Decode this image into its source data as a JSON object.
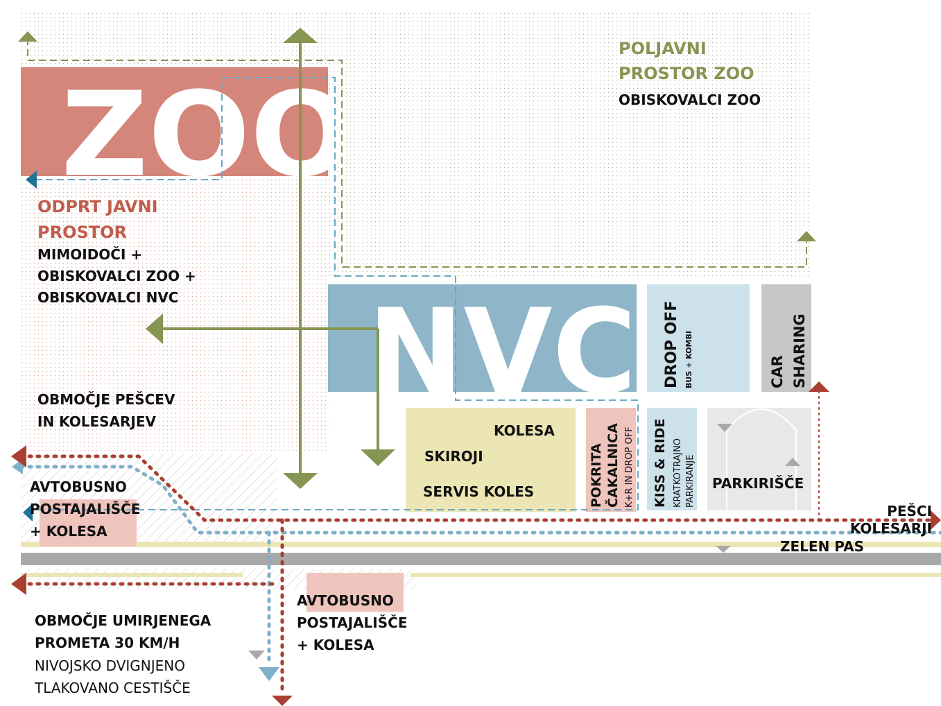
{
  "colors": {
    "zoo": "#d4867a",
    "nvc": "#8eb6c8",
    "olive": "#879552",
    "blue_dash": "#6aa7c4",
    "red_dot": "#a83f30",
    "drop_off": "#cde1ea",
    "car_sharing": "#c7c7c7",
    "bikes": "#ece6b5",
    "pink": "#eec4bd",
    "parking": "#e8e8e8",
    "kiss_ride": "#cde1ea"
  },
  "zoo_block": {
    "label": "ZOO"
  },
  "nvc_block": {
    "label": "NVC"
  },
  "field_space": {
    "title_line1": "POLJAVNI",
    "title_line2": "PROSTOR ZOO",
    "subtitle": "OBISKOVALCI ZOO"
  },
  "open_space": {
    "title_line1": "ODPRT JAVNI",
    "title_line2": "PROSTOR",
    "line1": "MIMOIDOČI +",
    "line2": "OBISKOVALCI ZOO +",
    "line3": "OBISKOVALCI NVC"
  },
  "ped_zone": {
    "line1": "OBMOČJE PEŠCEV",
    "line2": "IN KOLESARJEV"
  },
  "drop_off": {
    "title": "DROP OFF",
    "sub": "BUS + KOMBI"
  },
  "car_sharing": {
    "line1": "CAR",
    "line2": "SHARING"
  },
  "bikes": {
    "kolesa": "KOLESA",
    "skiroji": "SKIROJI",
    "servis": "SERVIS KOLES"
  },
  "shelter": {
    "line1": "POKRITA",
    "line2": "ČAKALNICA",
    "sub": "K+R IN DROP OFF"
  },
  "kiss_ride": {
    "title": "KISS & RIDE",
    "sub1": "KRATKOTRAJNO",
    "sub2": "PARKIRANJE"
  },
  "parking": {
    "label": "PARKIRIŠČE"
  },
  "bus_stop_left": {
    "line1": "AVTOBUSNO",
    "line2": "POSTAJALIŠČE",
    "line3": "+ KOLESA"
  },
  "bus_stop_mid": {
    "line1": "AVTOBUSNO",
    "line2": "POSTAJALIŠČE",
    "line3": "+ KOLESA"
  },
  "legend_right": {
    "pedestrians": "PEŠCI",
    "cyclists": "KOLESARJI",
    "green_strip": "ZELEN PAS"
  },
  "traffic_zone": {
    "line1": "OBMOČJE UMIRJENEGA",
    "line2": "PROMETA 30 KM/H",
    "line3": "NIVOJSKO DVIGNJENO",
    "line4": "TLAKOVANO CESTIŠČE"
  }
}
